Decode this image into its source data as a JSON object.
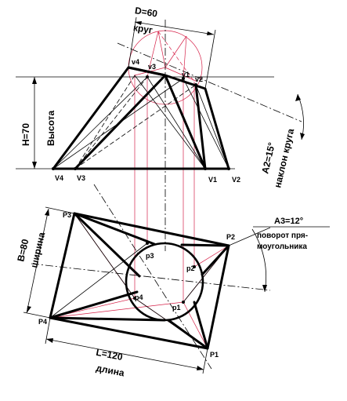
{
  "top_view_labels": {
    "dim_d": "D=60",
    "dim_d_sub": "круг",
    "dim_h": "H=70",
    "dim_h_sub": "Высота",
    "dim_a2": "A2=15°",
    "dim_a2_sub": "наклон круга",
    "v4_top": "v4",
    "v3_top": "v3",
    "v1_top": "v1",
    "v2_top": "v2",
    "V4": "V4",
    "V3": "V3",
    "V1": "V1",
    "V2": "V2"
  },
  "bottom_view_labels": {
    "dim_b": "B=80",
    "dim_b_sub": "ширина",
    "dim_l": "L=120",
    "dim_l_sub": "длина",
    "dim_a3": "A3=12°",
    "dim_a3_line1": "поворот пря-",
    "dim_a3_line2": "моугольника",
    "P1": "P1",
    "P2": "P2",
    "P3": "P3",
    "P4": "P4",
    "p1": "p1",
    "p2": "p2",
    "p3": "p3",
    "p4": "p4"
  },
  "colors": {
    "ink": "#000000",
    "construction": "#d6234a",
    "background": "#ffffff"
  }
}
